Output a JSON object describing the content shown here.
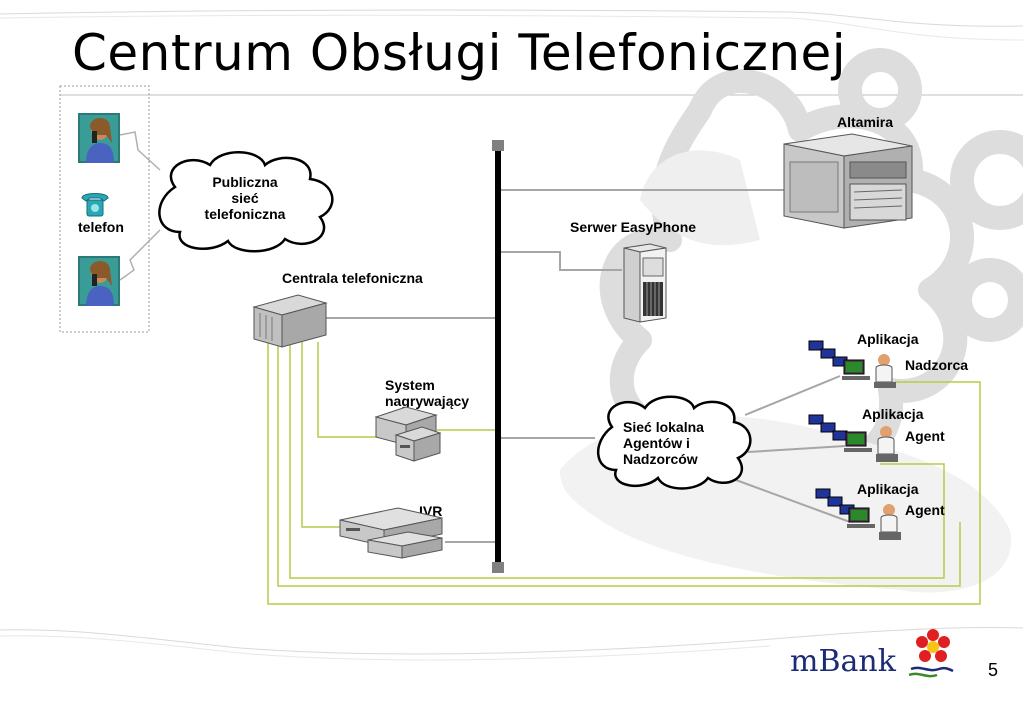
{
  "slide": {
    "title": "Centrum Obsługi Telefonicznej",
    "page_number": "5",
    "brand": "mBank"
  },
  "labels": {
    "telefon": "telefon",
    "public_network": [
      "Publiczna",
      "sieć",
      "telefoniczna"
    ],
    "pbx": "Centrala telefoniczna",
    "recorder": [
      "System",
      "nagrywający"
    ],
    "ivr": "IVR",
    "server": "Serwer EasyPhone",
    "altamira": "Altamira",
    "lan": [
      "Sieć lokalna",
      "Agentów i",
      "Nadzorców"
    ],
    "app1": "Aplikacja",
    "role1": "Nadzorca",
    "app2": "Aplikacja",
    "role2": "Agent",
    "app3": "Aplikacja",
    "role3": "Agent"
  },
  "colors": {
    "link_gray": "#a6a6a6",
    "link_green": "#b5cc4a",
    "backbone": "#000000",
    "brand_blue": "#1c2b78",
    "window_blue": "#1f3399",
    "watermark": "#dddddd"
  }
}
